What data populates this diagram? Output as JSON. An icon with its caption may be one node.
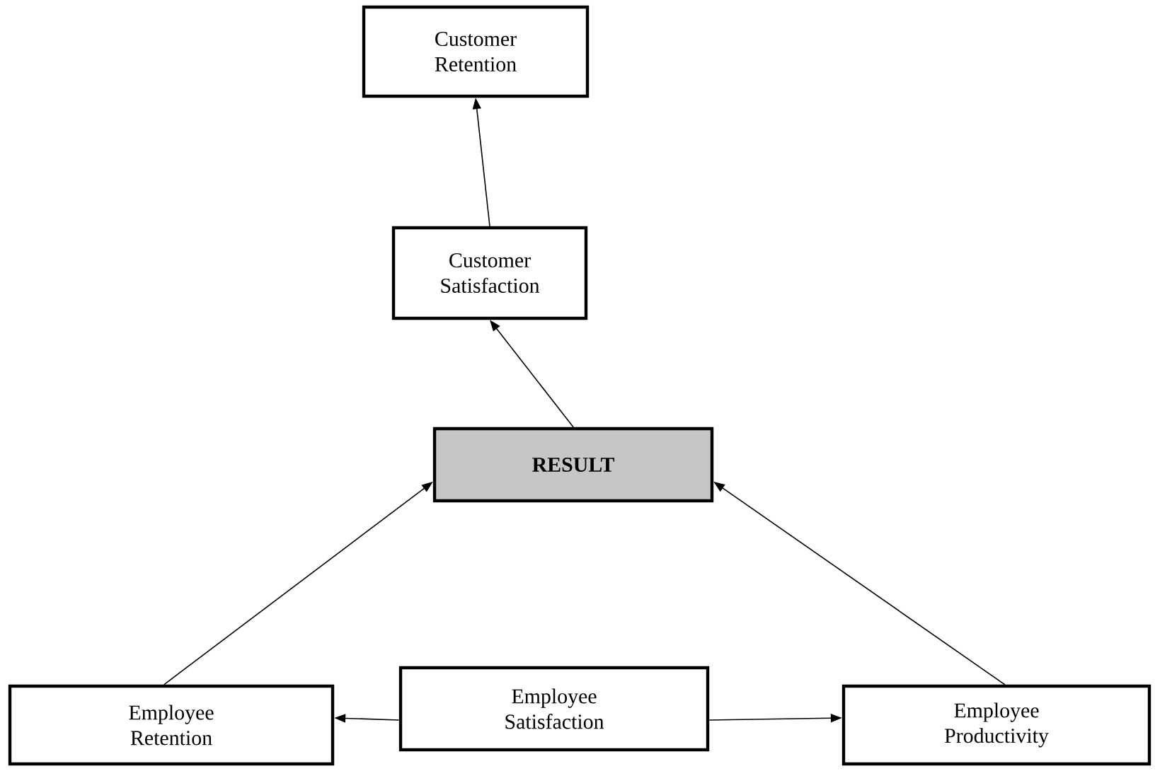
{
  "diagram": {
    "nodes": [
      {
        "text": [
          "Customer Retention"
        ]
      },
      {
        "text": [
          "Customer Satisfaction"
        ]
      },
      {
        "text": [
          "RESULT"
        ]
      },
      {
        "text": [
          "Employee Retention"
        ]
      },
      {
        "text": [
          "Employee Satisfaction"
        ]
      },
      {
        "text": [
          "Employee Productivity"
        ]
      }
    ],
    "edges": [
      {
        "from": 1,
        "to": 0,
        "arrow": "to"
      },
      {
        "from": 2,
        "to": 1,
        "arrow": "to"
      },
      {
        "from": 3,
        "to": 2,
        "arrow": "to"
      },
      {
        "from": 5,
        "to": 2,
        "arrow": "to"
      },
      {
        "from": 4,
        "to": 3,
        "arrow": "to"
      },
      {
        "from": 4,
        "to": 5,
        "arrow": "to"
      }
    ]
  }
}
